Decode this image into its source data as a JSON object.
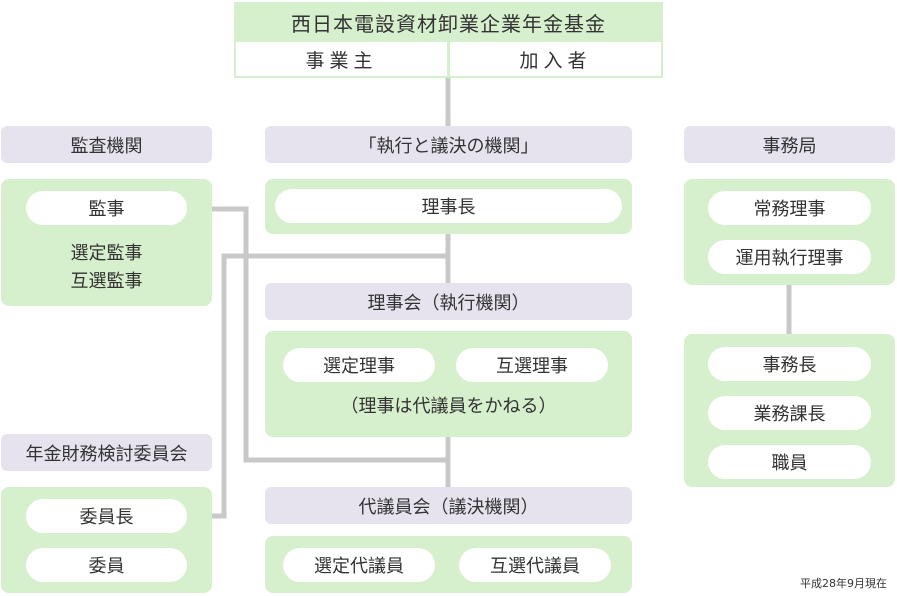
{
  "header": {
    "title": "西日本電設資材卸業企業年金基金",
    "left": "事業主",
    "right": "加入者"
  },
  "audit": {
    "label": "監査機関",
    "auditor": "監事",
    "types": [
      "選定監事",
      "互選監事"
    ]
  },
  "exec": {
    "label": "「執行と議決の機関」",
    "chairman": "理事長",
    "board_label": "理事会（執行機関）",
    "board_members": [
      "選定理事",
      "互選理事"
    ],
    "board_note": "（理事は代議員をかねる）",
    "assembly_label": "代議員会（議決機関）",
    "assembly_members": [
      "選定代議員",
      "互選代議員"
    ]
  },
  "committee": {
    "label": "年金財務検討委員会",
    "chair": "委員長",
    "member": "委員"
  },
  "office": {
    "label": "事務局",
    "directors": [
      "常務理事",
      "運用執行理事"
    ],
    "staff": [
      "事務長",
      "業務課長",
      "職員"
    ]
  },
  "footer": {
    "date_note": "平成28年9月現在"
  },
  "colors": {
    "panel_green": "#d6efcd",
    "label_lavender": "#e6e3ef",
    "connector_gray": "#c8c8c8"
  }
}
